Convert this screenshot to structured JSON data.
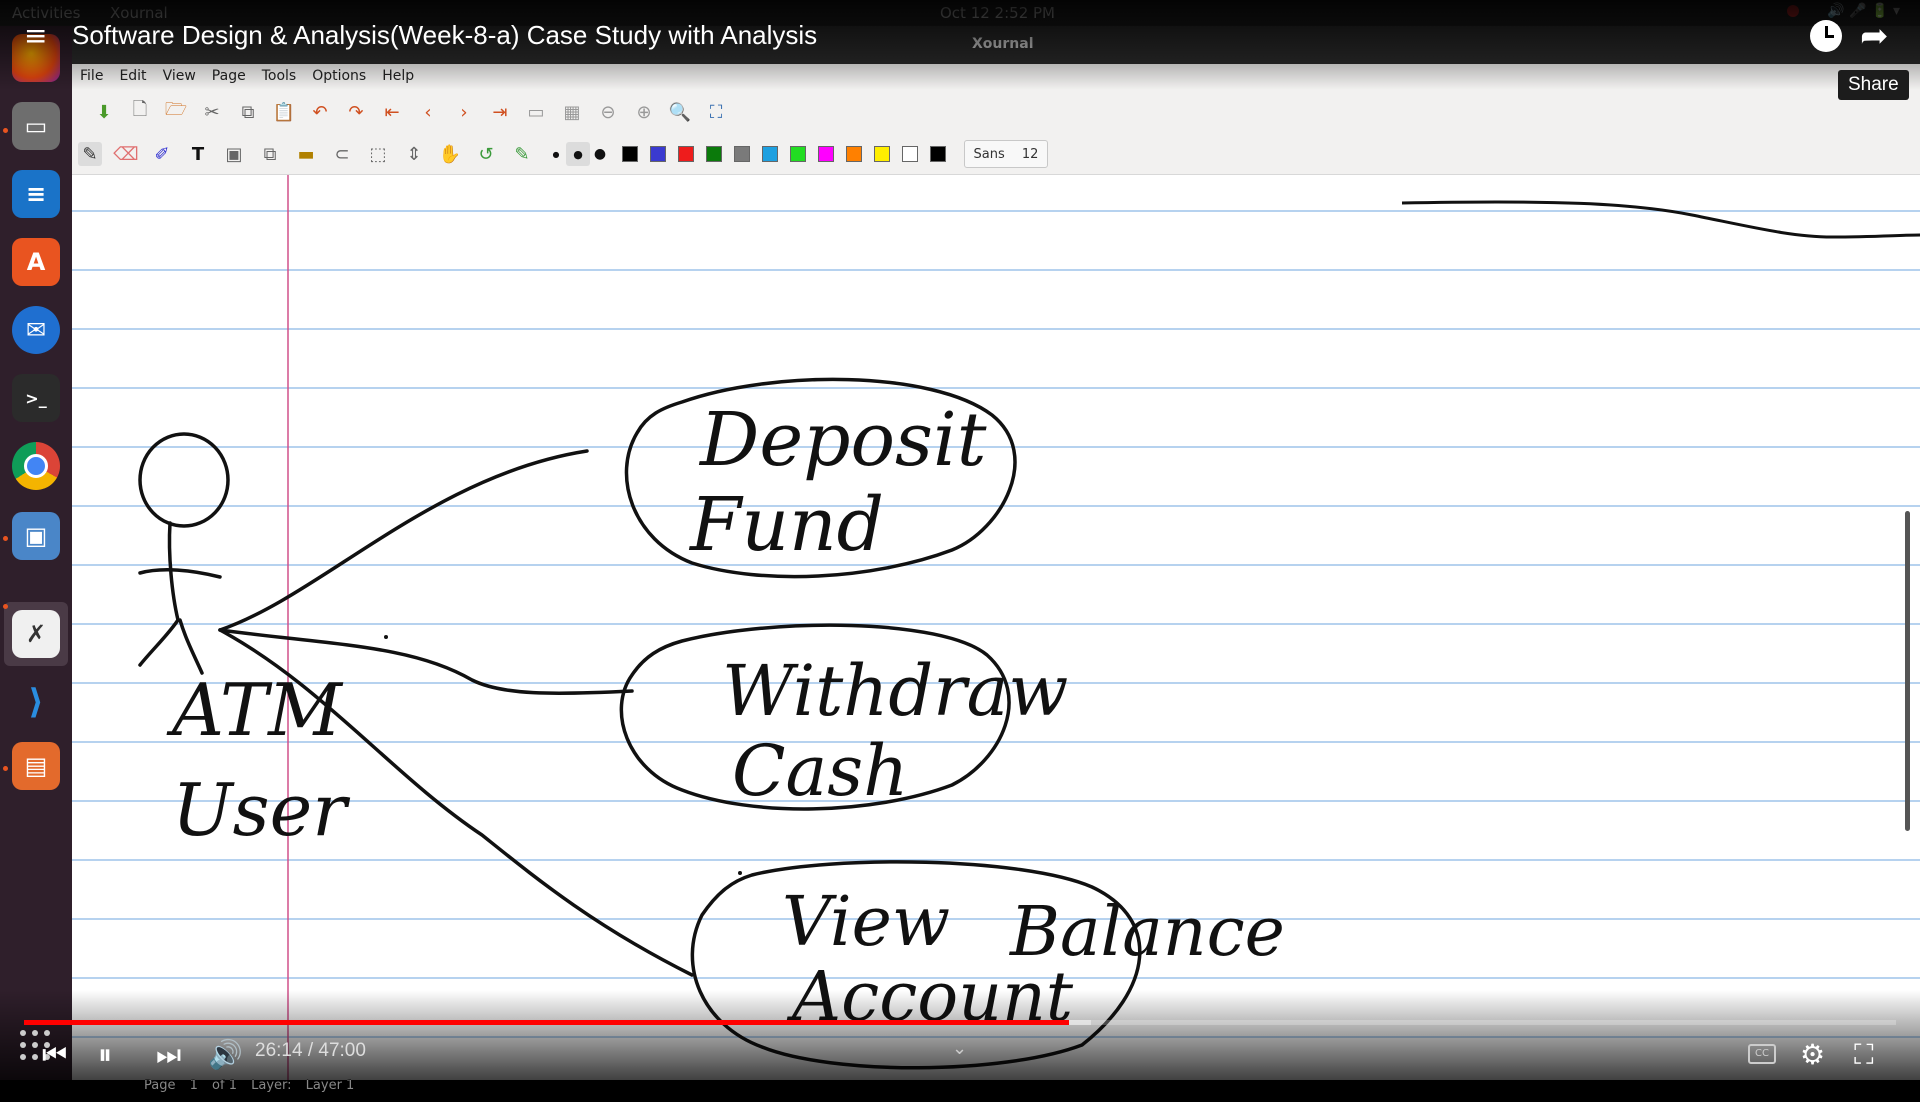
{
  "topbar": {
    "activities": "Activities",
    "app_name": "Xournal",
    "clock": "Oct 12  2:52 PM"
  },
  "dock": {
    "items": [
      "firefox-icon",
      "files-icon",
      "writer-icon",
      "software-center-icon",
      "thunderbird-icon",
      "terminal-icon",
      "chrome-icon",
      "screenshot-icon",
      "xournal-icon",
      "vscode-icon",
      "impress-icon"
    ]
  },
  "window": {
    "title": "Xournal",
    "menu": [
      "File",
      "Edit",
      "View",
      "Page",
      "Tools",
      "Options",
      "Help"
    ],
    "font_name": "Sans",
    "font_size": "12",
    "pen_colors": [
      "#000000",
      "#3a3ad0",
      "#ee1c1c",
      "#0b7a0b",
      "#7a7a7a",
      "#1ea0e0",
      "#22dd22",
      "#ff00ff",
      "#ff8000",
      "#ffee00",
      "#ffffff",
      "#000000"
    ]
  },
  "youtube": {
    "title": "Software Design & Analysis(Week-8-a) Case Study with Analysis",
    "share_tooltip": "Share",
    "time": "26:14 / 47:00",
    "played_fraction": 0.558,
    "buffered_fraction": 0.57
  },
  "statusbar": {
    "page_label": "Page",
    "page_number": "1",
    "of_pages": "of 1",
    "layer_label": "Layer:",
    "layer_name": "Layer 1"
  },
  "drawing": {
    "actor_label_1": "ATM",
    "actor_label_2": "User",
    "use_case_1_line_1": "Deposit",
    "use_case_1_line_2": "Fund",
    "use_case_2_line_1": "Withdraw",
    "use_case_2_line_2": "Cash",
    "use_case_3_line_1": "View",
    "use_case_3_line_2": "Account",
    "use_case_3_line_3": "Balance"
  }
}
